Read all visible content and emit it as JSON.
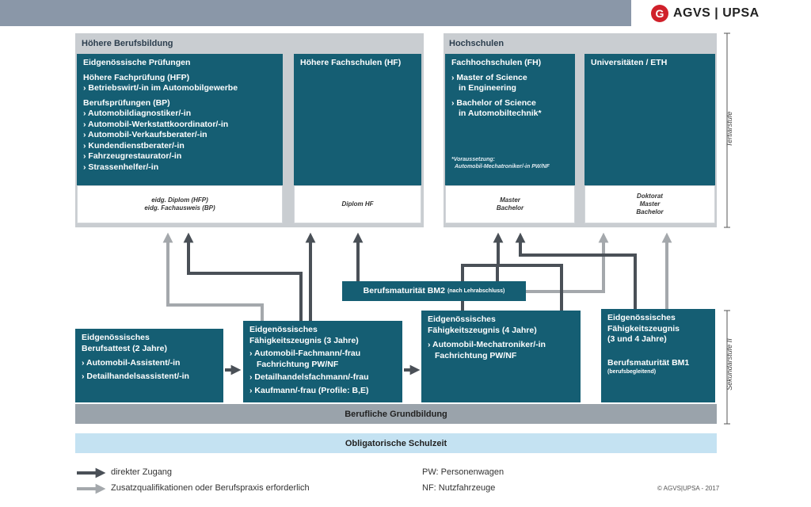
{
  "brand": {
    "logo_text": "AGVS | UPSA"
  },
  "tertiary_higher_vet": {
    "title": "Höhere Berufsbildung"
  },
  "tertiary_universities": {
    "title": "Hochschulen"
  },
  "eidg_pruefungen": {
    "title": "Eidgenössische Prüfungen",
    "hfp_title": "Höhere Fachprüfung (HFP)",
    "hfp_items": [
      "› Betriebswirt/-in im Automobilgewerbe"
    ],
    "bp_title": "Berufsprüfungen (BP)",
    "bp_items": [
      "› Automobildiagnostiker/-in",
      "› Automobil-Werkstattkoordinator/-in",
      "› Automobil-Verkaufsberater/-in",
      "› Kundendienstberater/-in",
      "› Fahrzeugrestaurator/-in",
      "› Strassenhelfer/-in"
    ],
    "diploma_1": "eidg. Diplom (HFP)",
    "diploma_2": "eidg. Fachausweis (BP)"
  },
  "hf": {
    "title": "Höhere Fachschulen (HF)",
    "diploma": "Diplom HF"
  },
  "fh": {
    "title": "Fachhochschulen (FH)",
    "items": [
      "› Master of Science",
      "  in Engineering",
      "› Bachelor of Science",
      "  in Automobiltechnik*"
    ],
    "note_1": "*Voraussetzung:",
    "note_2": "Automobil-Mechatroniker/-in PW/NF",
    "degree_1": "Master",
    "degree_2": "Bachelor"
  },
  "uni": {
    "title": "Universitäten / ETH",
    "degree_1": "Doktorat",
    "degree_2": "Master",
    "degree_3": "Bachelor"
  },
  "bm2": {
    "label": "Berufsmaturität BM2",
    "sub": "(nach Lehrabschluss)"
  },
  "eba": {
    "title_1": "Eidgenössisches",
    "title_2": "Berufsattest (2 Jahre)",
    "items": [
      "› Automobil-Assistent/-in",
      "› Detailhandelsassistent/-in"
    ]
  },
  "efz3": {
    "title_1": "Eidgenössisches",
    "title_2": "Fähigkeitszeugnis (3 Jahre)",
    "items": [
      "› Automobil-Fachmann/-frau",
      "  Fachrichtung PW/NF",
      "› Detailhandelsfachmann/-frau",
      "› Kaufmann/-frau (Profile: B,E)"
    ]
  },
  "efz4": {
    "title_1": "Eidgenössisches",
    "title_2": "Fähigkeitszeugnis (4 Jahre)",
    "items": [
      "› Automobil-Mechatroniker/-in",
      "  Fachrichtung PW/NF"
    ]
  },
  "efz34": {
    "title_1": "Eidgenössisches",
    "title_2": "Fähigkeitszeugnis",
    "title_3": "(3 und 4 Jahre)",
    "bm1": "Berufsmaturität BM1",
    "bm1_sub": "(berufsbegleitend)"
  },
  "grundbildung": "Berufliche Grundbildung",
  "schulzeit": "Obligatorische Schulzeit",
  "side_labels": {
    "tertiary": "Tertiärstufe",
    "secondary": "Sekundarstufe II"
  },
  "legend": {
    "direct": "direkter Zugang",
    "additional": "Zusatzqualifikationen oder Berufspraxis erforderlich",
    "pw": "PW: Personenwagen",
    "nf": "NF: Nutzfahrzeuge",
    "copyright": "© AGVS|UPSA - 2017"
  },
  "colors": {
    "teal": "#155e73",
    "dark_arrow": "#4a5057",
    "light_arrow": "#a4a8ac",
    "panel": "#c9cdd1",
    "light_blue": "#c4e2f2"
  }
}
